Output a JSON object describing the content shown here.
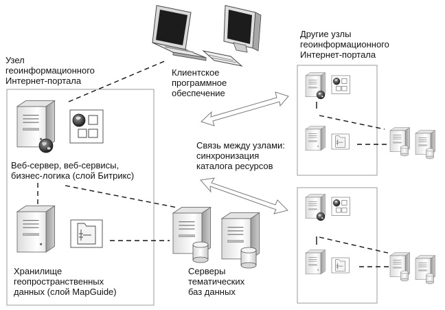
{
  "colors": {
    "box_border": "#999999",
    "connector": "#111111",
    "server_light": "#f2f2f2",
    "server_dark": "#b9b9b9",
    "arrow_fill": "#ffffff",
    "arrow_stroke": "#7a7a7a"
  },
  "labels": {
    "local_node": "Узел\nгеоинформационного\nИнтернет-портала",
    "other_nodes": "Другие узлы\nгеоинформационного\nИнтернет-портала",
    "client_software": "Клиентское\nпрограммное\nобеспечение",
    "web_server": "Веб-сервер, веб-сервисы,\nбизнес-логика (слой Битрикс)",
    "link_between_nodes": "Связь между узлами:\nсинхронизация\nкаталога ресурсов",
    "geo_storage": "Хранилище\nгеопространственных\nданных (слой MapGuide)",
    "thematic_db_servers": "Серверы\nтематических\nбаз данных"
  },
  "icons": {
    "laptop": "laptop-icon",
    "desktop": "desktop-computer-icon",
    "keyboard": "keyboard-icon",
    "server": "server-tower-icon",
    "globe": "globe-icon",
    "database": "database-cylinder-icon",
    "window_widgets": "window-widgets-icon",
    "storage_panel": "storage-panel-icon",
    "sync_arrow": "double-headed-arrow-icon"
  }
}
